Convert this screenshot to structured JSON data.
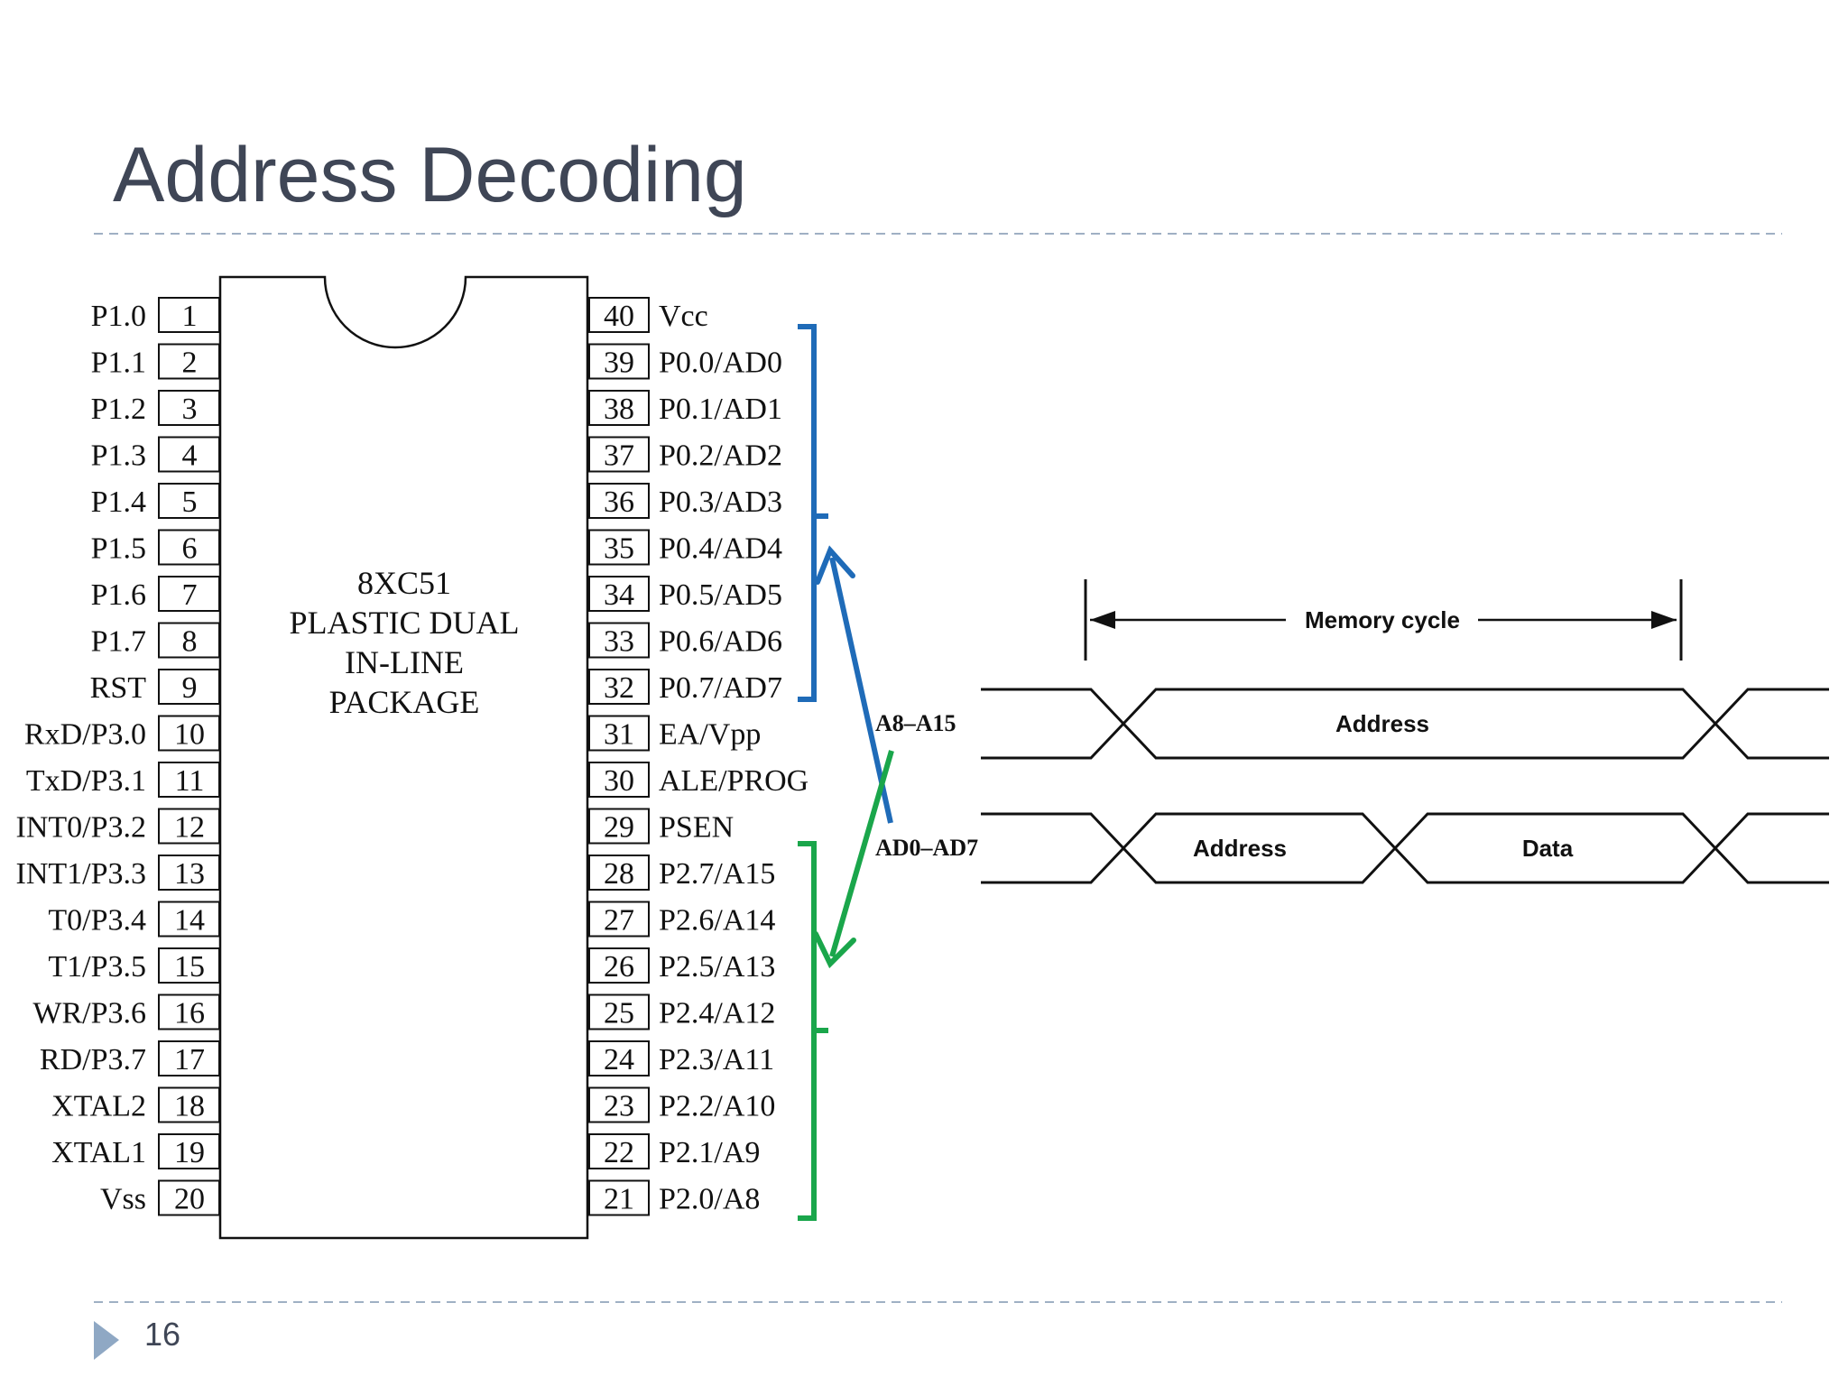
{
  "slide": {
    "title": "Address Decoding",
    "page_number": "16"
  },
  "chip": {
    "lines": [
      "8XC51",
      "PLASTIC DUAL",
      "IN-LINE",
      "PACKAGE"
    ],
    "left_pins": [
      {
        "num": "1",
        "name": "P1.0"
      },
      {
        "num": "2",
        "name": "P1.1"
      },
      {
        "num": "3",
        "name": "P1.2"
      },
      {
        "num": "4",
        "name": "P1.3"
      },
      {
        "num": "5",
        "name": "P1.4"
      },
      {
        "num": "6",
        "name": "P1.5"
      },
      {
        "num": "7",
        "name": "P1.6"
      },
      {
        "num": "8",
        "name": "P1.7"
      },
      {
        "num": "9",
        "name": "RST"
      },
      {
        "num": "10",
        "name": "RxD/P3.0"
      },
      {
        "num": "11",
        "name": "TxD/P3.1"
      },
      {
        "num": "12",
        "name": "INT0/P3.2"
      },
      {
        "num": "13",
        "name": "INT1/P3.3"
      },
      {
        "num": "14",
        "name": "T0/P3.4"
      },
      {
        "num": "15",
        "name": "T1/P3.5"
      },
      {
        "num": "16",
        "name": "WR/P3.6"
      },
      {
        "num": "17",
        "name": "RD/P3.7"
      },
      {
        "num": "18",
        "name": "XTAL2"
      },
      {
        "num": "19",
        "name": "XTAL1"
      },
      {
        "num": "20",
        "name": "Vss"
      }
    ],
    "right_pins": [
      {
        "num": "40",
        "name": "Vcc"
      },
      {
        "num": "39",
        "name": "P0.0/AD0"
      },
      {
        "num": "38",
        "name": "P0.1/AD1"
      },
      {
        "num": "37",
        "name": "P0.2/AD2"
      },
      {
        "num": "36",
        "name": "P0.3/AD3"
      },
      {
        "num": "35",
        "name": "P0.4/AD4"
      },
      {
        "num": "34",
        "name": "P0.5/AD5"
      },
      {
        "num": "33",
        "name": "P0.6/AD6"
      },
      {
        "num": "32",
        "name": "P0.7/AD7"
      },
      {
        "num": "31",
        "name": "EA/Vpp"
      },
      {
        "num": "30",
        "name": "ALE/PROG"
      },
      {
        "num": "29",
        "name": "PSEN"
      },
      {
        "num": "28",
        "name": "P2.7/A15"
      },
      {
        "num": "27",
        "name": "P2.6/A14"
      },
      {
        "num": "26",
        "name": "P2.5/A13"
      },
      {
        "num": "25",
        "name": "P2.4/A12"
      },
      {
        "num": "24",
        "name": "P2.3/A11"
      },
      {
        "num": "23",
        "name": "P2.2/A10"
      },
      {
        "num": "22",
        "name": "P2.1/A9"
      },
      {
        "num": "21",
        "name": "P2.0/A8"
      }
    ]
  },
  "timing": {
    "cycle_label": "Memory cycle",
    "rows": [
      {
        "label": "A8–A15",
        "segments": [
          "Address"
        ]
      },
      {
        "label": "AD0–AD7",
        "segments": [
          "Address",
          "Data"
        ]
      }
    ]
  },
  "colors": {
    "title": "#3f4656",
    "port0_bracket": "#1f6bb8",
    "port2_bracket": "#1aa64b",
    "rule": "#9fb0c4",
    "footer_arrow": "#8fa8c4"
  }
}
